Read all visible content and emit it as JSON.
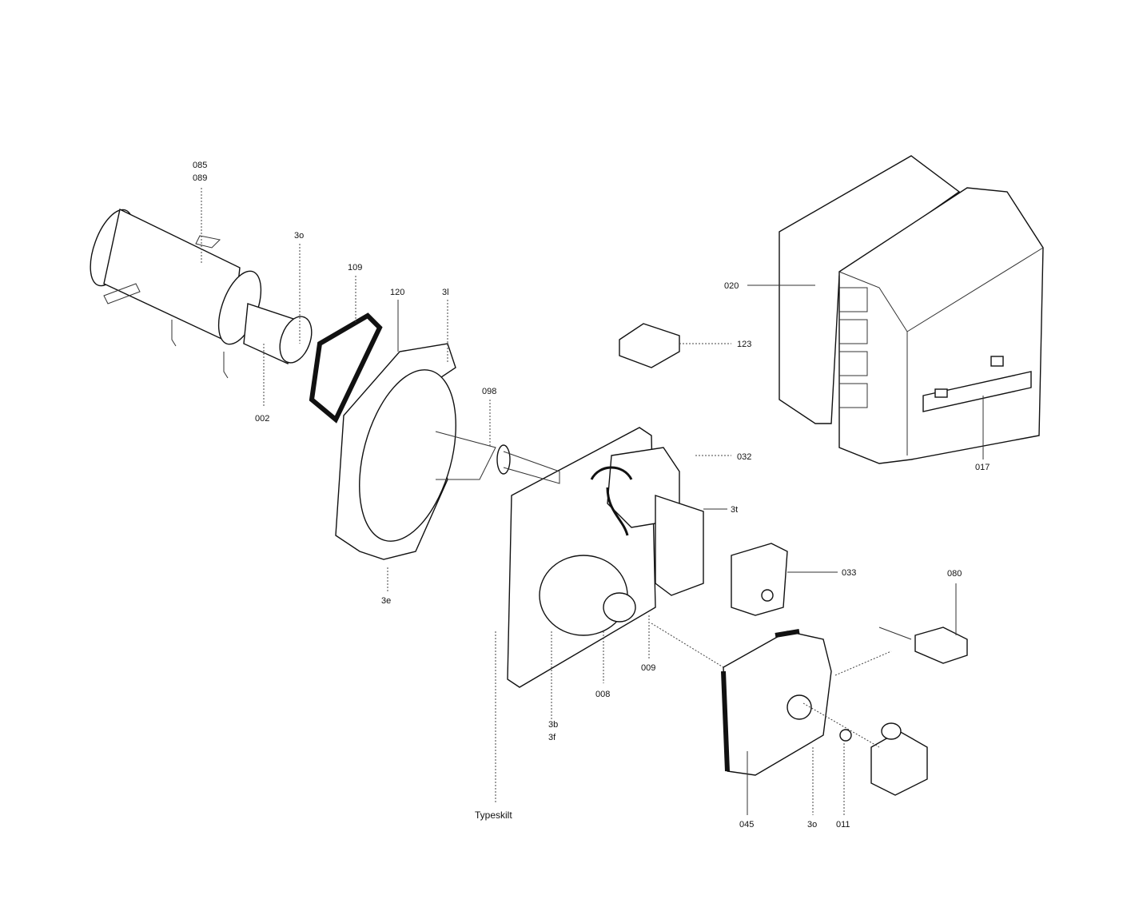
{
  "diagram": {
    "type": "exploded parts diagram",
    "labels": {
      "p085": "085",
      "p089": "089",
      "p3o_top": "3o",
      "p109": "109",
      "p120": "120",
      "p3l": "3l",
      "p098": "098",
      "p002": "002",
      "p020": "020",
      "p123": "123",
      "p017": "017",
      "p032": "032",
      "p3t": "3t",
      "p033": "033",
      "p080": "080",
      "p3e": "3e",
      "p009": "009",
      "p008": "008",
      "p3b": "3b",
      "p3f": "3f",
      "typeskilt": "Typeskilt",
      "p045": "045",
      "p3o_bottom": "3o",
      "p011": "011"
    }
  }
}
